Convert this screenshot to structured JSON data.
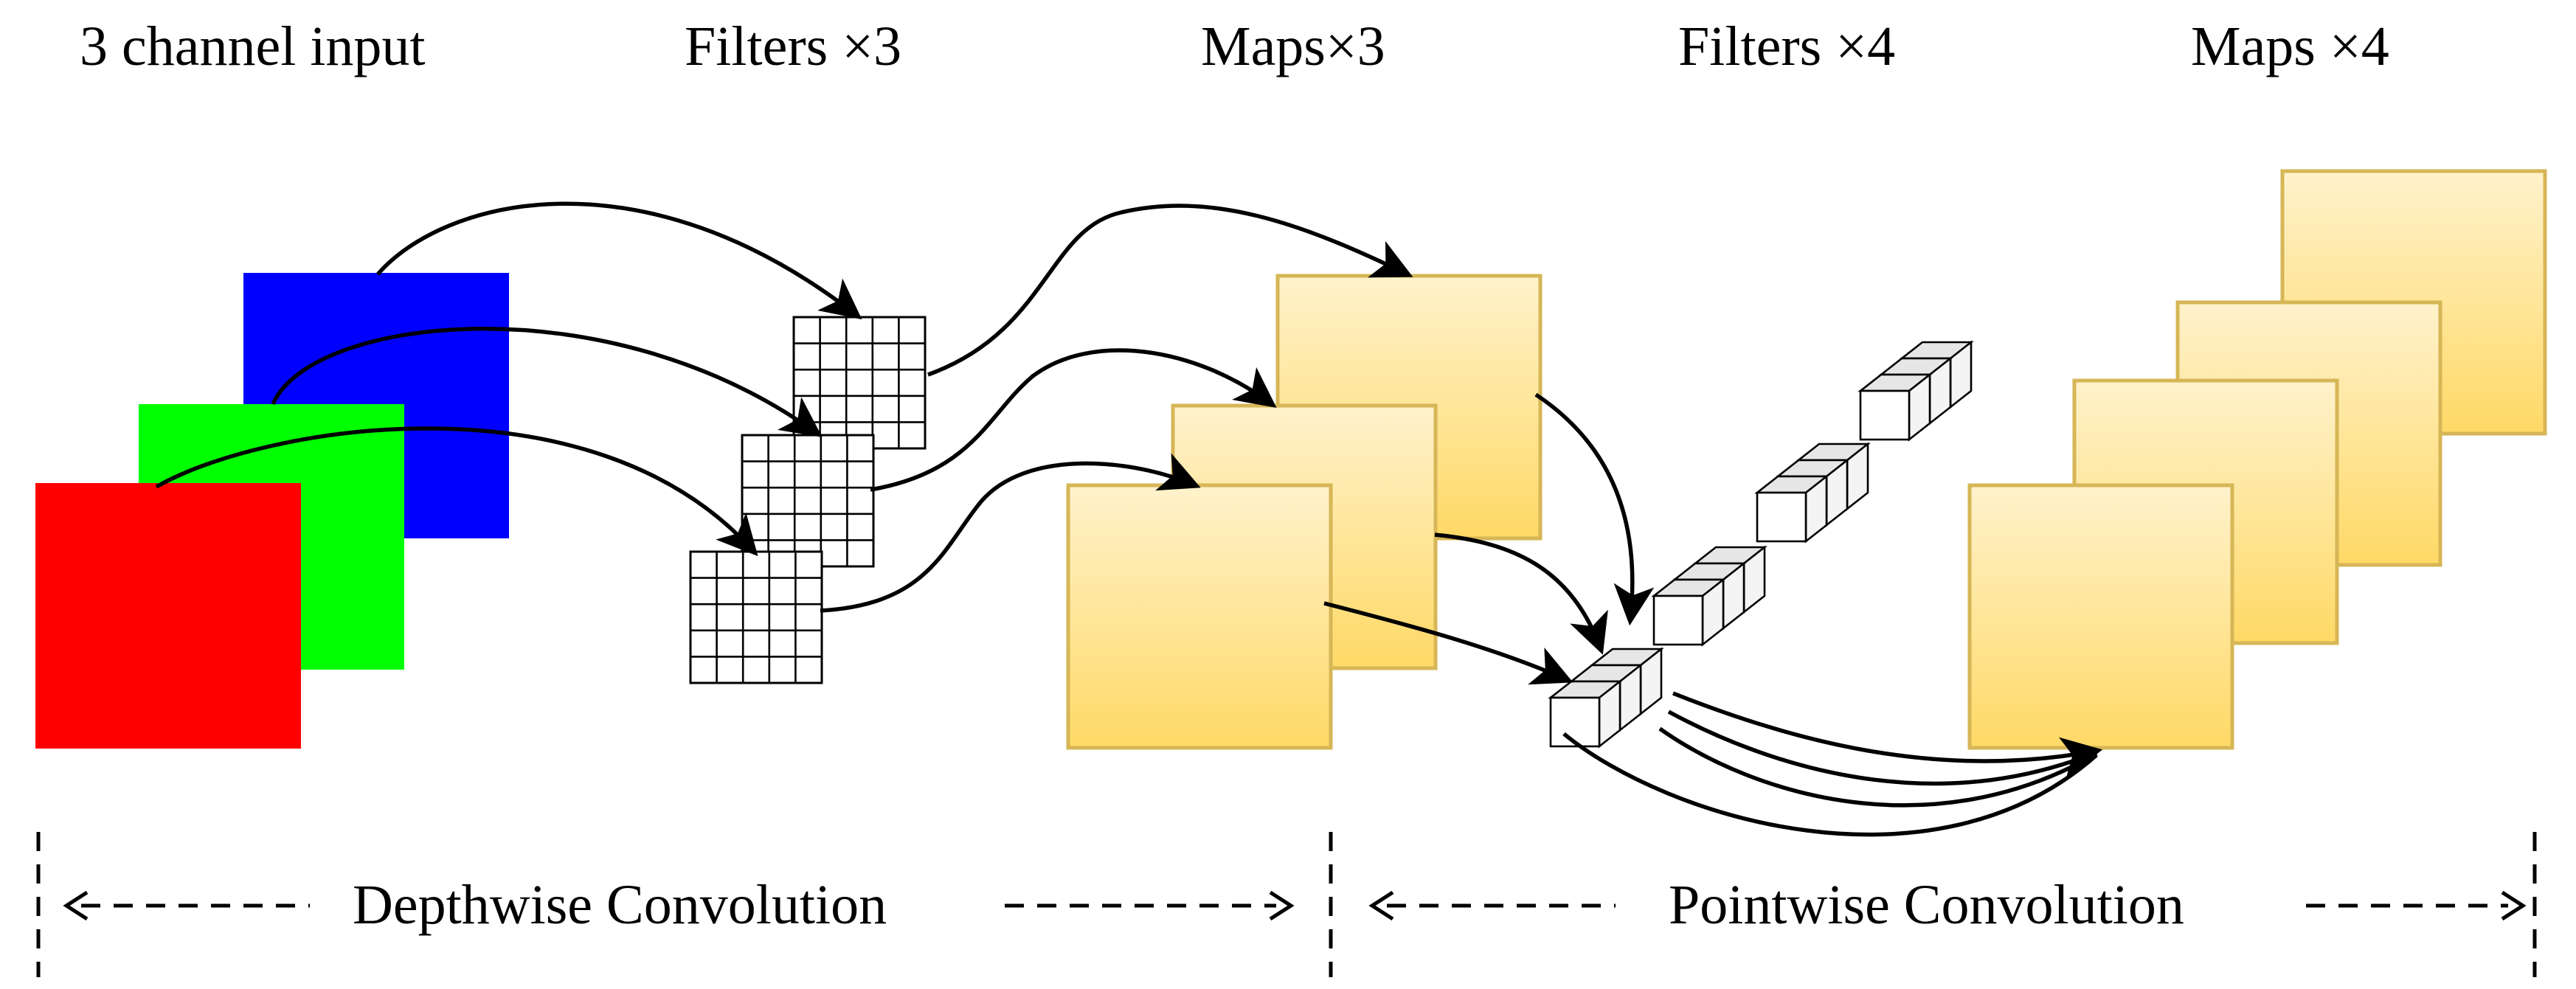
{
  "headers": {
    "input": "3 channel input",
    "filters_depthwise": "Filters ×3",
    "maps_depthwise": "Maps×3",
    "filters_pointwise": "Filters ×4",
    "maps_pointwise": "Maps ×4"
  },
  "sections": {
    "depthwise": "Depthwise Convolution",
    "pointwise": "Pointwise Convolution"
  },
  "colors": {
    "channel_red": "#ff0000",
    "channel_green": "#00ff00",
    "channel_blue": "#0000ff",
    "map_top": "#fff2cc",
    "map_bottom": "#ffd966",
    "map_stroke": "#d6b656",
    "cube_top": "#e6e6e6",
    "cube_front": "#ffffff",
    "cube_side": "#f4f4f4"
  },
  "icons": {
    "arrowhead": "filled-triangle-arrowhead",
    "left_arrowhead": "open-chevron-left",
    "right_arrowhead": "open-chevron-right"
  }
}
